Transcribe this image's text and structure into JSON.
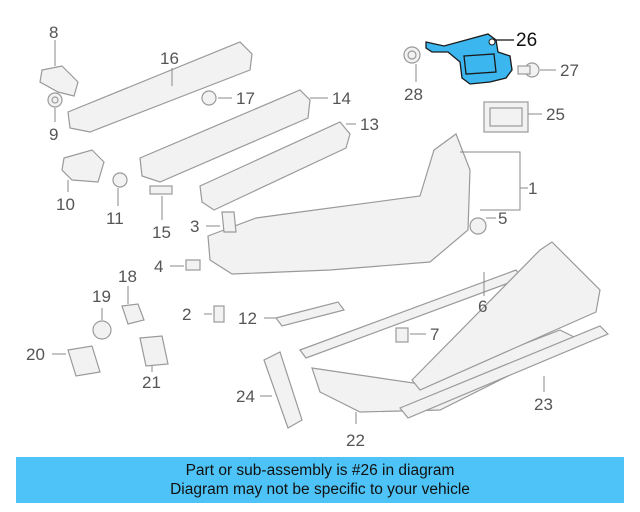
{
  "callouts": {
    "c1": "1",
    "c2": "2",
    "c3": "3",
    "c4": "4",
    "c5": "5",
    "c6": "6",
    "c7": "7",
    "c8": "8",
    "c9": "9",
    "c10": "10",
    "c11": "11",
    "c12": "12",
    "c13": "13",
    "c14": "14",
    "c15": "15",
    "c16": "16",
    "c17": "17",
    "c18": "18",
    "c19": "19",
    "c20": "20",
    "c21": "21",
    "c22": "22",
    "c23": "23",
    "c24": "24",
    "c25": "25",
    "c26": "26",
    "c27": "27",
    "c28": "28"
  },
  "highlight_color": "#3bb6ee",
  "banner": {
    "line1": "Part or sub-assembly is #26 in diagram",
    "line2": "Diagram may not be specific to your vehicle",
    "background": "#4dc3f7"
  }
}
